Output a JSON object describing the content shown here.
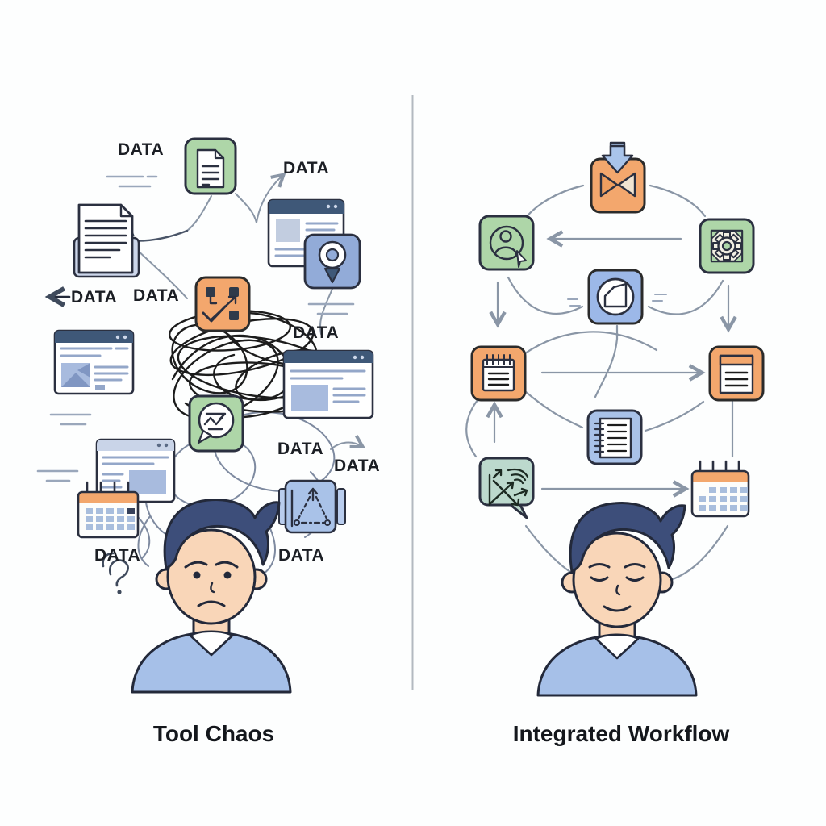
{
  "left_panel": {
    "caption": "Tool Chaos",
    "mood": "stressed-person-with-tangled-tools",
    "data_labels": [
      "DATA",
      "DATA",
      "DATA",
      "DATA",
      "DATA",
      "DATA",
      "DATA",
      "DATA",
      "DATA"
    ],
    "icons": [
      "document-green",
      "document-stack",
      "browser-window",
      "map-pin",
      "task-board",
      "browser-image",
      "browser-article",
      "chat-chart",
      "browser-content",
      "calendar",
      "diagram-triangle",
      "tangle-scribble",
      "question-squiggle"
    ]
  },
  "right_panel": {
    "caption": "Integrated Workflow",
    "mood": "calm-person-with-organized-flow",
    "icons": [
      "import-merge",
      "user-target",
      "settings-gear",
      "chart-circle",
      "notepad",
      "document",
      "notebook",
      "analytics-signal",
      "calendar"
    ]
  },
  "colors": {
    "accent_orange": "#f3a76d",
    "accent_green": "#aed6a8",
    "accent_blue": "#9cb8e8",
    "accent_teal": "#bcd9cd",
    "header_navy": "#3f5878",
    "line_gray": "#8a96a6",
    "scribble_black": "#1c1c1c",
    "hair_navy": "#3d4e7a",
    "skin": "#f9d6b8",
    "shirt_blue": "#a6c0e8",
    "text_dark": "#1b1e24"
  }
}
